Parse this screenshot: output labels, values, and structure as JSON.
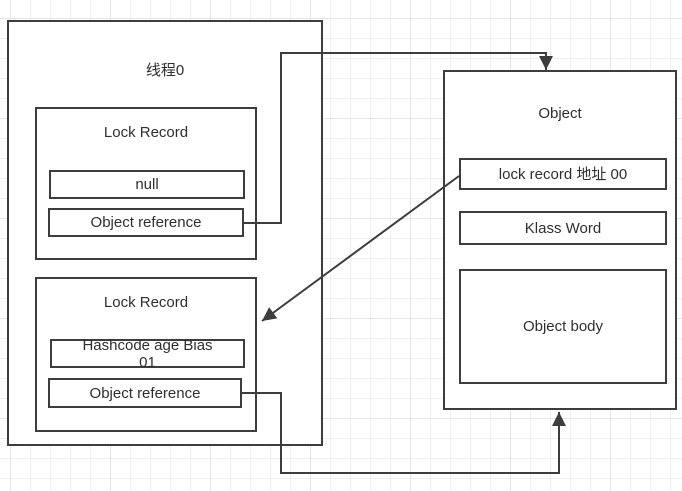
{
  "diagram": {
    "colors": {
      "border": "#3d3d3d",
      "text": "#2f2f2f",
      "grid_minor": "#efefef",
      "grid_major": "#e4e4e4",
      "background": "#ffffff"
    },
    "thread_box": {
      "title": "线程0",
      "lock_records": [
        {
          "title": "Lock Record",
          "slots": [
            {
              "label": "null"
            },
            {
              "label": "Object reference"
            }
          ]
        },
        {
          "title": "Lock Record",
          "slots": [
            {
              "label": "Hashcode age Bias\n01"
            },
            {
              "label": "Object reference"
            }
          ]
        }
      ]
    },
    "object_box": {
      "title": "Object",
      "slots": [
        {
          "label": "lock record 地址 00"
        },
        {
          "label": "Klass Word"
        },
        {
          "label": "Object body"
        }
      ]
    },
    "connectors": [
      {
        "from": "lock-record-1-object-reference",
        "to": "object-box-top",
        "style": "orthogonal-arrow"
      },
      {
        "from": "object-lock-record-address-slot",
        "to": "lock-record-2-right-edge",
        "style": "straight-arrow"
      },
      {
        "from": "lock-record-2-object-reference",
        "to": "object-box-bottom",
        "style": "orthogonal-arrow"
      }
    ]
  }
}
